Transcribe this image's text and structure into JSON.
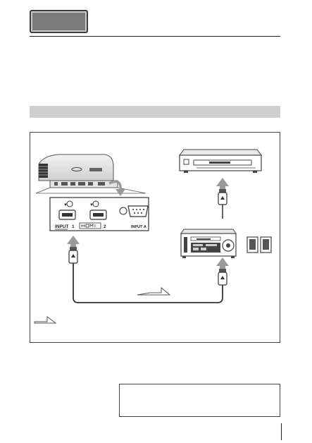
{
  "diagram": {
    "projector_input_labels": {
      "input_heading": "INPUT",
      "input_one": "1",
      "input_two": "2",
      "input_a": "INPUT A"
    }
  }
}
